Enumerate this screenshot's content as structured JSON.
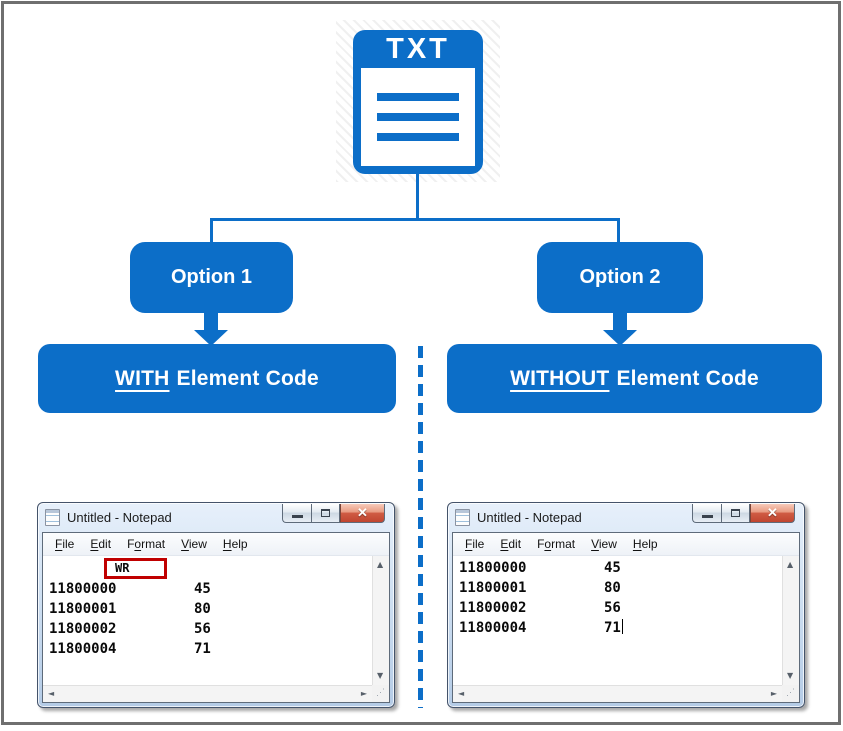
{
  "diagram": {
    "file_icon_label": "TXT",
    "options": [
      {
        "label": "Option 1"
      },
      {
        "label": "Option 2"
      }
    ],
    "result_boxes": [
      {
        "highlight": "WITH",
        "rest": "Element Code"
      },
      {
        "highlight": "WITHOUT",
        "rest": "Element Code"
      }
    ],
    "colors": {
      "primary_blue": "#0c6ec8",
      "annotation_red": "#c00000"
    }
  },
  "notepads": {
    "left": {
      "title": "Untitled - Notepad",
      "menu": [
        {
          "label": "File",
          "u": 0
        },
        {
          "label": "Edit",
          "u": 0
        },
        {
          "label": "Format",
          "u": 1
        },
        {
          "label": "View",
          "u": 0
        },
        {
          "label": "Help",
          "u": 0
        }
      ],
      "annotation": "WR",
      "rows": [
        [
          "11800000",
          "45"
        ],
        [
          "11800001",
          "80"
        ],
        [
          "11800002",
          "56"
        ],
        [
          "11800004",
          "71"
        ]
      ],
      "cursor_after_last": false
    },
    "right": {
      "title": "Untitled - Notepad",
      "menu": [
        {
          "label": "File",
          "u": 0
        },
        {
          "label": "Edit",
          "u": 0
        },
        {
          "label": "Format",
          "u": 1
        },
        {
          "label": "View",
          "u": 0
        },
        {
          "label": "Help",
          "u": 0
        }
      ],
      "annotation": null,
      "rows": [
        [
          "11800000",
          "45"
        ],
        [
          "11800001",
          "80"
        ],
        [
          "11800002",
          "56"
        ],
        [
          "11800004",
          "71"
        ]
      ],
      "cursor_after_last": true
    }
  },
  "icons": {
    "close": "✕",
    "scroll_up": "▲",
    "scroll_down": "▼",
    "scroll_left": "◄",
    "scroll_right": "►",
    "resize_grip": "⋰"
  }
}
